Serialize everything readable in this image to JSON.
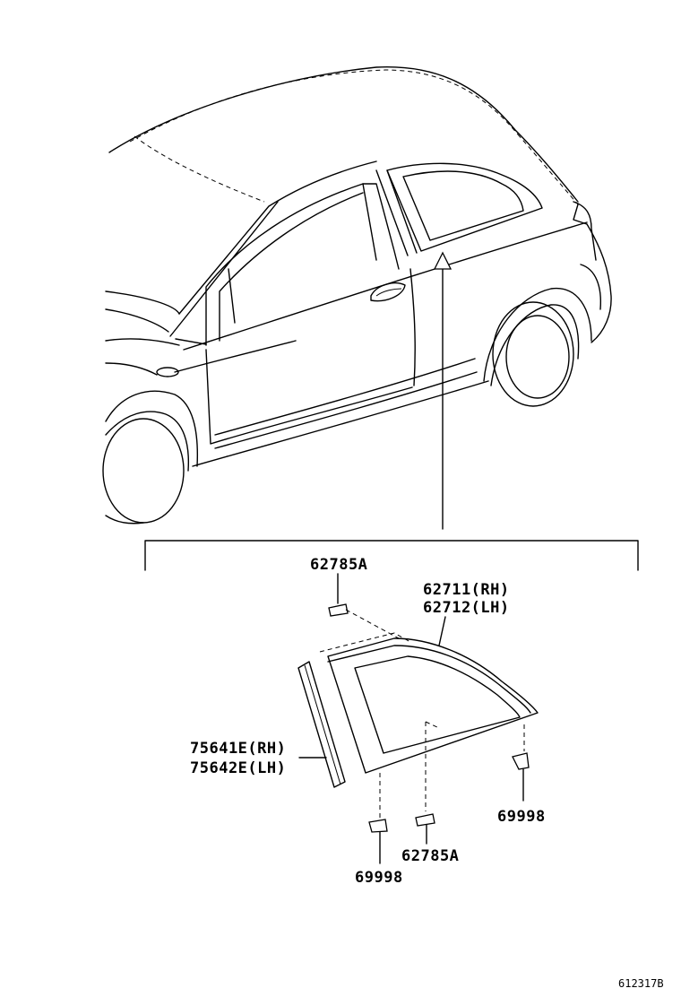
{
  "diagram": {
    "figure_id": "612317B",
    "callouts": [
      {
        "part": "62785A"
      },
      {
        "part": "62711(RH)"
      },
      {
        "part": "62712(LH)"
      },
      {
        "part": "75641E(RH)"
      },
      {
        "part": "75642E(LH)"
      },
      {
        "part": "69998"
      },
      {
        "part": "62785A"
      },
      {
        "part": "69998"
      }
    ]
  }
}
